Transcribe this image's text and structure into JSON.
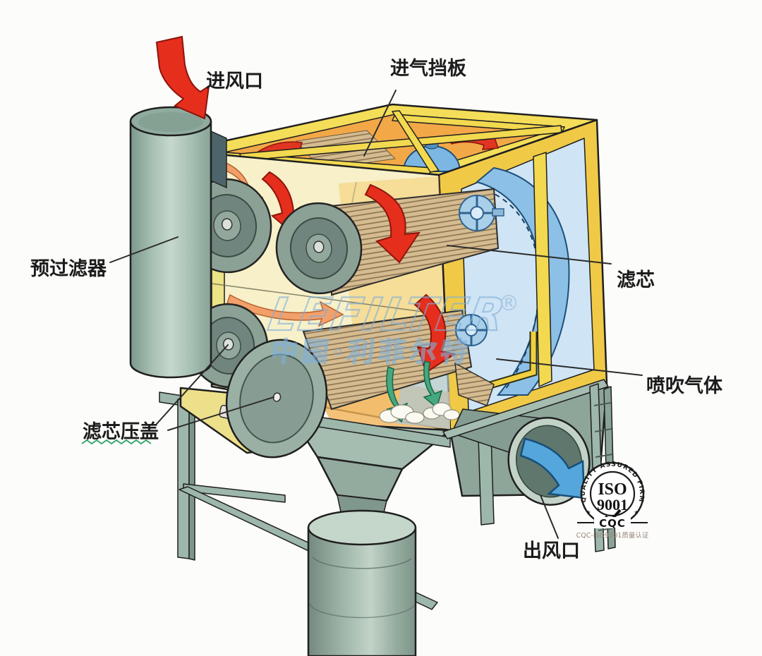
{
  "diagram": {
    "labels": {
      "air_inlet": "进风口",
      "intake_baffle": "进气挡板",
      "pre_filter": "预过滤器",
      "filter_cartridge": "滤芯",
      "pulse_gas": "喷吹气体",
      "cartridge_gland": "滤芯压盖",
      "air_outlet": "出风口"
    },
    "watermark": {
      "brand": "LEFILTER",
      "registered_mark": "®",
      "brand_cn": "中国·利菲尔特"
    },
    "badge": {
      "ring_text": "QUALITY ASSURED FIRM",
      "iso": "ISO",
      "number": "9001",
      "org": "CQC",
      "caption": "CQC-ISO9001质量认证",
      "check_icon": "checkmark",
      "star_icon": "★"
    },
    "colors": {
      "frame_yellow": "#f2d94f",
      "panel_yellow": "#f0ca47",
      "panel_orange": "#f3a847",
      "interior_cream": "#f7f0c9",
      "airflow_red": "#e62e1d",
      "clean_air_blue": "#8dc0e6",
      "window_blue": "#cfe4f4",
      "outlet_arrow_blue": "#54a6db",
      "metal_teal": "#9db7ab",
      "dust_green": "#46a87e",
      "watermark_blue": "#7fb0da",
      "label_text": "#1c1c1c"
    }
  }
}
